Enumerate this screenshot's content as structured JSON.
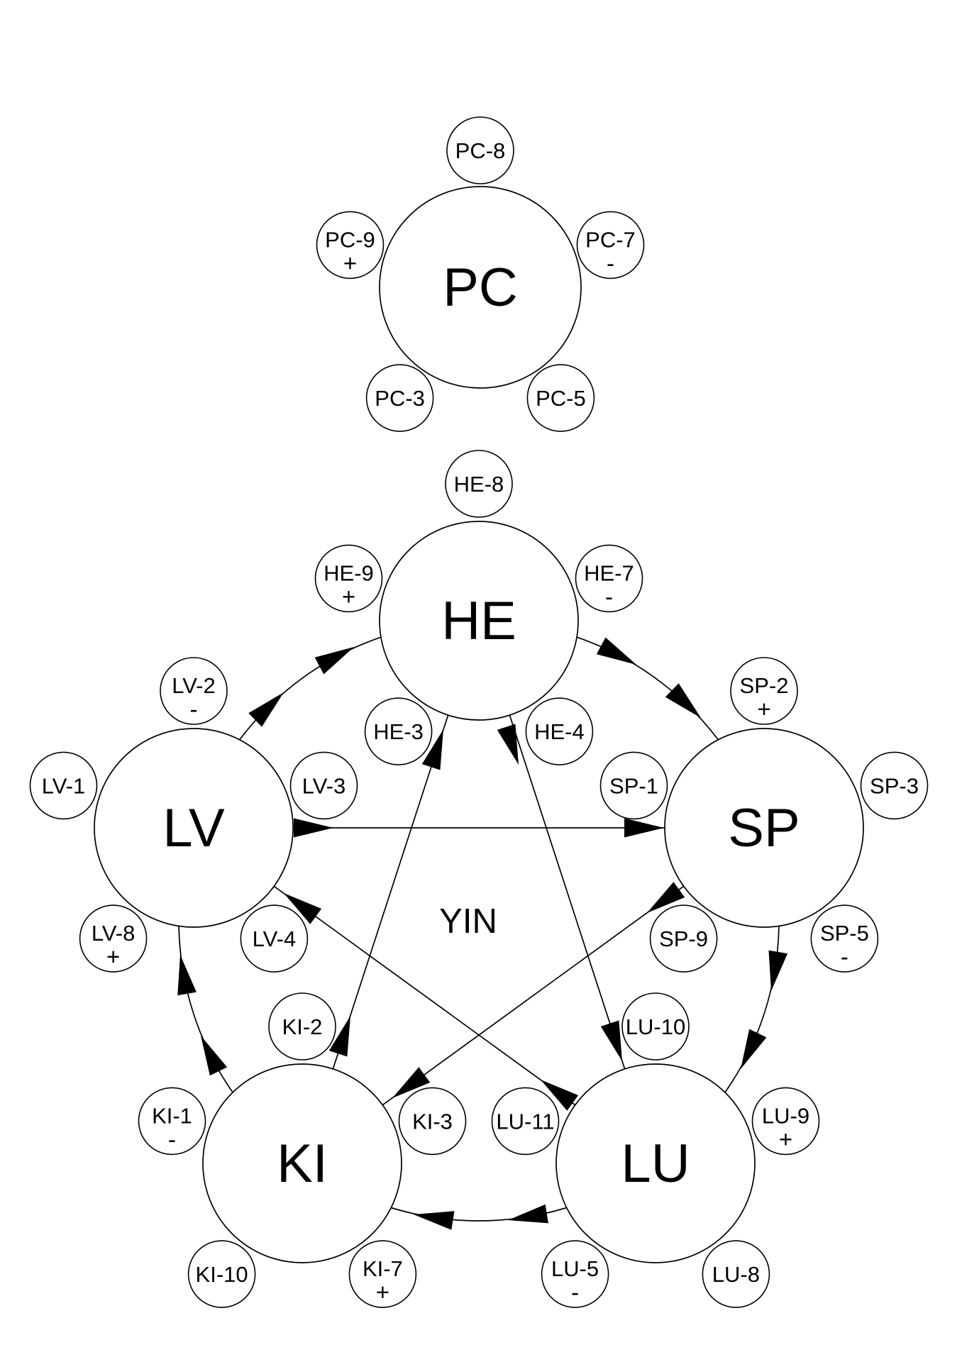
{
  "diagram": {
    "center_label": "YIN",
    "colors": {
      "stroke": "#000000",
      "background": "#ffffff"
    },
    "organs": {
      "pc": {
        "label": "PC",
        "points": [
          {
            "pos": "top",
            "label": "PC-8",
            "sign": ""
          },
          {
            "pos": "upper-left",
            "label": "PC-9",
            "sign": "+"
          },
          {
            "pos": "upper-right",
            "label": "PC-7",
            "sign": "-"
          },
          {
            "pos": "lower-left",
            "label": "PC-3",
            "sign": ""
          },
          {
            "pos": "lower-right",
            "label": "PC-5",
            "sign": ""
          }
        ]
      },
      "he": {
        "label": "HE",
        "points": [
          {
            "pos": "top",
            "label": "HE-8",
            "sign": ""
          },
          {
            "pos": "upper-left",
            "label": "HE-9",
            "sign": "+"
          },
          {
            "pos": "upper-right",
            "label": "HE-7",
            "sign": "-"
          },
          {
            "pos": "lower-left",
            "label": "HE-3",
            "sign": ""
          },
          {
            "pos": "lower-right",
            "label": "HE-4",
            "sign": ""
          }
        ]
      },
      "lv": {
        "label": "LV",
        "points": [
          {
            "pos": "top",
            "label": "LV-2",
            "sign": "-"
          },
          {
            "pos": "upper-left",
            "label": "LV-1",
            "sign": ""
          },
          {
            "pos": "upper-right",
            "label": "LV-3",
            "sign": ""
          },
          {
            "pos": "lower-left",
            "label": "LV-8",
            "sign": "+"
          },
          {
            "pos": "lower-right",
            "label": "LV-4",
            "sign": ""
          }
        ]
      },
      "sp": {
        "label": "SP",
        "points": [
          {
            "pos": "top",
            "label": "SP-2",
            "sign": "+"
          },
          {
            "pos": "upper-left",
            "label": "SP-1",
            "sign": ""
          },
          {
            "pos": "upper-right",
            "label": "SP-3",
            "sign": ""
          },
          {
            "pos": "lower-left",
            "label": "SP-9",
            "sign": ""
          },
          {
            "pos": "lower-right",
            "label": "SP-5",
            "sign": "-"
          }
        ]
      },
      "ki": {
        "label": "KI",
        "points": [
          {
            "pos": "top",
            "label": "KI-2",
            "sign": ""
          },
          {
            "pos": "upper-left",
            "label": "KI-1",
            "sign": "-"
          },
          {
            "pos": "upper-right",
            "label": "KI-3",
            "sign": ""
          },
          {
            "pos": "lower-left",
            "label": "KI-10",
            "sign": ""
          },
          {
            "pos": "lower-right",
            "label": "KI-7",
            "sign": "+"
          }
        ]
      },
      "lu": {
        "label": "LU",
        "points": [
          {
            "pos": "top",
            "label": "LU-10",
            "sign": ""
          },
          {
            "pos": "upper-left",
            "label": "LU-11",
            "sign": ""
          },
          {
            "pos": "upper-right",
            "label": "LU-9",
            "sign": "+"
          },
          {
            "pos": "lower-left",
            "label": "LU-5",
            "sign": "-"
          },
          {
            "pos": "lower-right",
            "label": "LU-8",
            "sign": ""
          }
        ]
      }
    },
    "generation_cycle": [
      "LV→HE",
      "HE→SP",
      "SP→LU",
      "LU→KI",
      "KI→LV"
    ],
    "control_cycle": [
      "LV→SP",
      "SP→KI",
      "KI→HE",
      "HE→LU",
      "LU→LV"
    ]
  }
}
